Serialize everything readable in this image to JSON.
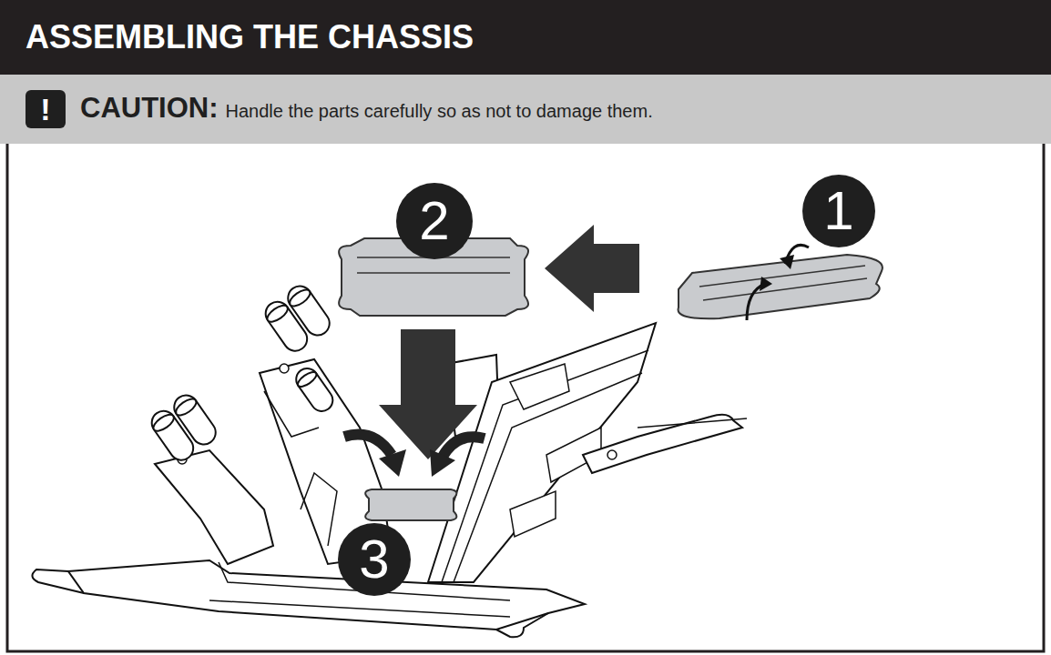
{
  "diagram": {
    "title": "ASSEMBLING THE CHASSIS",
    "nodes": [
      {
        "text": [
          "CAUTION:",
          "Handle the parts carefully so as not to damage them."
        ]
      },
      {
        "text": [
          "!"
        ],
        "in": 0
      }
    ],
    "edges": [],
    "labels": [
      "2",
      "1",
      "3"
    ]
  }
}
